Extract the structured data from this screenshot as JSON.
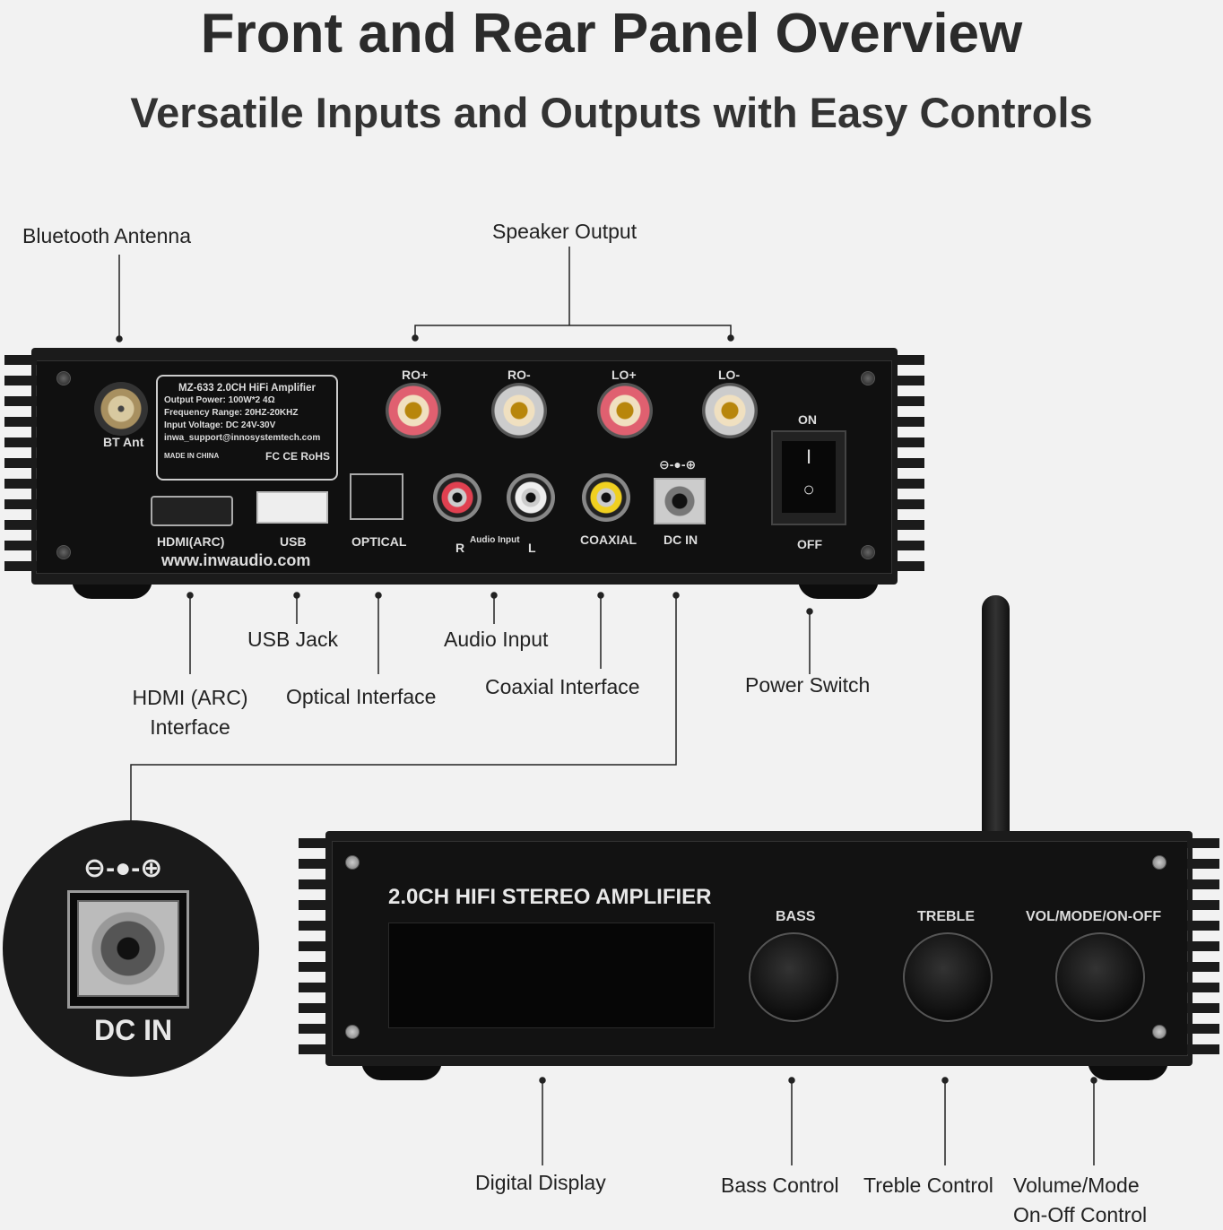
{
  "header": {
    "title": "Front and Rear Panel Overview",
    "subtitle": "Versatile Inputs and Outputs with Easy Controls"
  },
  "callouts": {
    "bt_antenna": "Bluetooth Antenna",
    "speaker_output": "Speaker Output",
    "usb_jack": "USB Jack",
    "audio_input": "Audio Input",
    "hdmi_line1": "HDMI (ARC)",
    "hdmi_line2": "Interface",
    "optical": "Optical Interface",
    "coaxial": "Coaxial Interface",
    "power_switch": "Power Switch",
    "digital_display": "Digital Display",
    "bass_control": "Bass Control",
    "treble_control": "Treble Control",
    "volume_line1": "Volume/Mode",
    "volume_line2": "On-Off Control"
  },
  "rear_panel": {
    "bt_ant": "BT Ant",
    "label_plate": {
      "model": "MZ-633 2.0CH HiFi Amplifier",
      "output_power": "Output Power: 100W*2  4Ω",
      "frequency": "Frequency Range: 20HZ-20KHZ",
      "voltage": "Input Voltage: DC 24V-30V",
      "email": "inwa_support@innosystemtech.com",
      "made_in": "MADE IN CHINA",
      "certs": "FC CE RoHS"
    },
    "terminals": [
      "RO+",
      "RO-",
      "LO+",
      "LO-"
    ],
    "hdmi": "HDMI(ARC)",
    "usb": "USB",
    "optical": "OPTICAL",
    "audio_input": "Audio Input",
    "r": "R",
    "l": "L",
    "coaxial": "COAXIAL",
    "dc_in": "DC IN",
    "polarity": "⊖-●-⊕",
    "on": "ON",
    "off": "OFF",
    "website": "www.inwaudio.com"
  },
  "front_panel": {
    "name": "2.0CH HIFI STEREO AMPLIFIER",
    "bass": "BASS",
    "treble": "TREBLE",
    "vol": "VOL/MODE/ON-OFF"
  },
  "dc_detail": {
    "polarity": "⊖-●-⊕",
    "label": "DC IN"
  }
}
